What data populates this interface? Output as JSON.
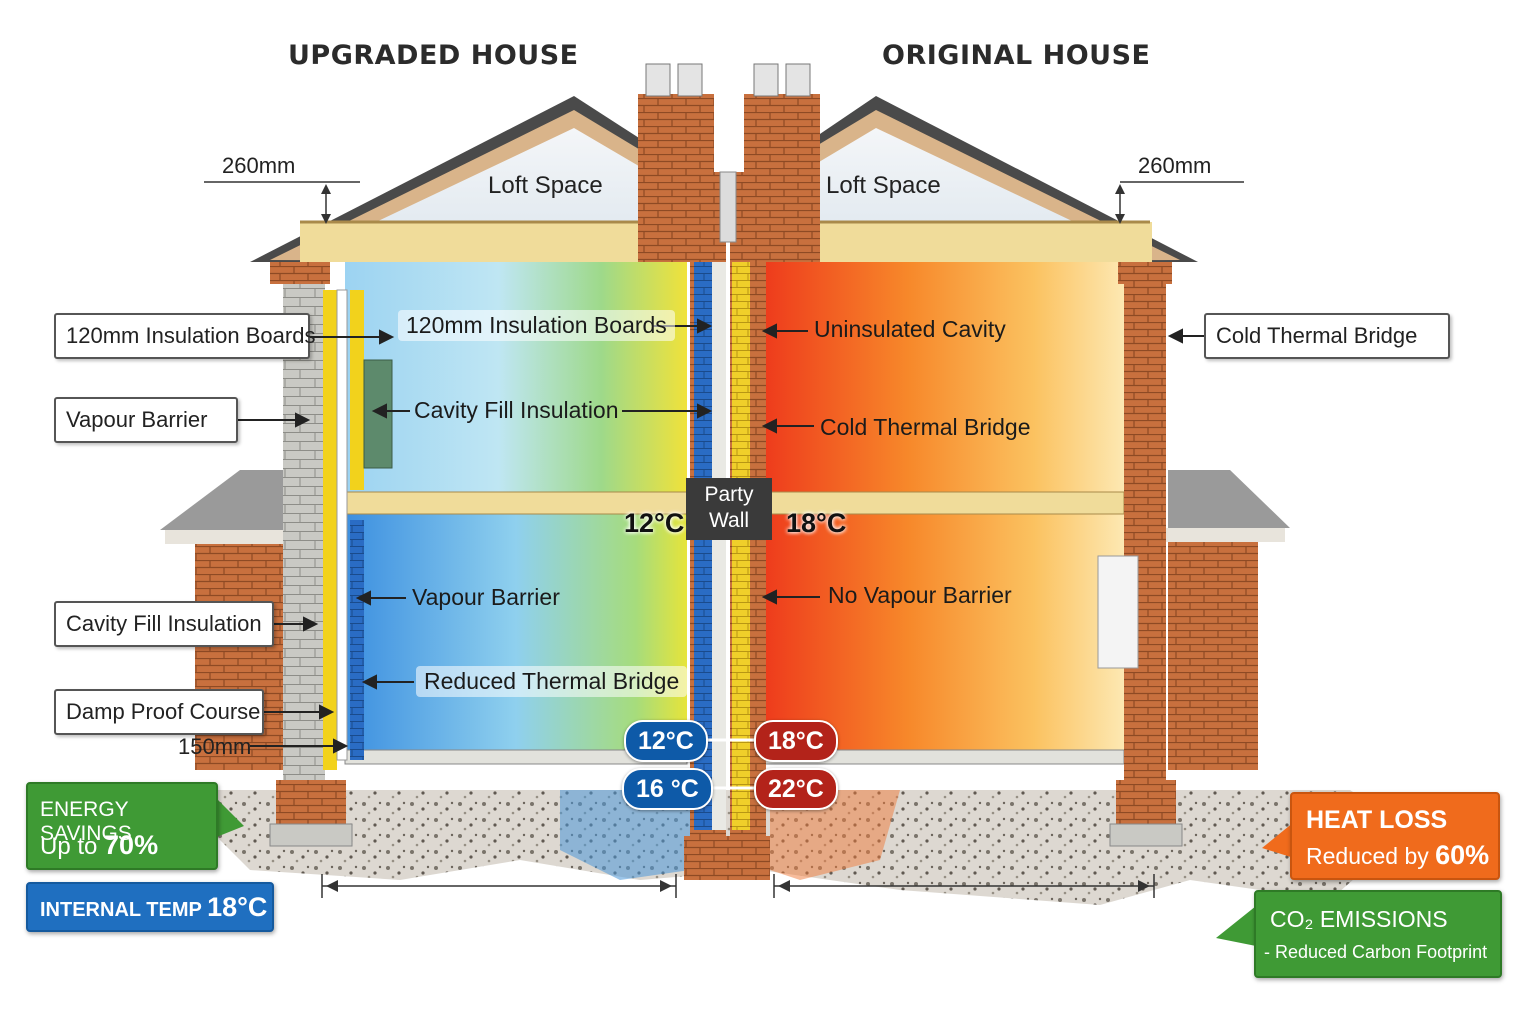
{
  "headings": {
    "upgraded": "UPGRADED HOUSE",
    "original": "ORIGINAL HOUSE"
  },
  "dimensions": {
    "loft_left": "260mm",
    "loft_right": "260mm",
    "floor": "150mm"
  },
  "loft": {
    "left": "Loft Space",
    "right": "Loft Space"
  },
  "callouts_left": [
    "120mm Insulation Boards",
    "Vapour Barrier",
    "Cavity Fill Insulation",
    "Damp Proof Course"
  ],
  "callout_right": "Cold Thermal Bridge",
  "inner_left": {
    "insulation_boards": "120mm Insulation Boards",
    "cavity_fill": "Cavity Fill Insulation",
    "vapour_barrier": "Vapour Barrier",
    "reduced_bridge": "Reduced Thermal Bridge"
  },
  "inner_right": {
    "uninsulated_cavity": "Uninsulated Cavity",
    "cold_bridge": "Cold Thermal Bridge",
    "no_vapour_barrier": "No Vapour Barrier"
  },
  "party_wall": {
    "line1": "Party",
    "line2": "Wall"
  },
  "temps": {
    "upper_left": "12°C",
    "upper_right": "18°C",
    "pill_left_1": "12°C",
    "pill_right_1": "18°C",
    "pill_left_2": "16 °C",
    "pill_right_2": "22°C"
  },
  "badges": {
    "energy": {
      "line1": "ENERGY SAVINGS",
      "line2a": "Up to ",
      "line2b": "70%"
    },
    "internal": {
      "line1a": "INTERNAL TEMP ",
      "line1b": "18°C"
    },
    "heat": {
      "line1": "HEAT LOSS",
      "line2a": "Reduced by ",
      "line2b": "60%"
    },
    "co2": {
      "line1": "CO₂ EMISSIONS",
      "line2": "- Reduced Carbon Footprint"
    }
  },
  "colors": {
    "cold": "#1e8fe0",
    "warm": "#f04a1a",
    "brick": "#c8703e",
    "insulation": "#f2d21c",
    "green_badge": "#3f9a35",
    "orange_badge": "#f06b1c",
    "blue_badge": "#1f6fc0"
  }
}
